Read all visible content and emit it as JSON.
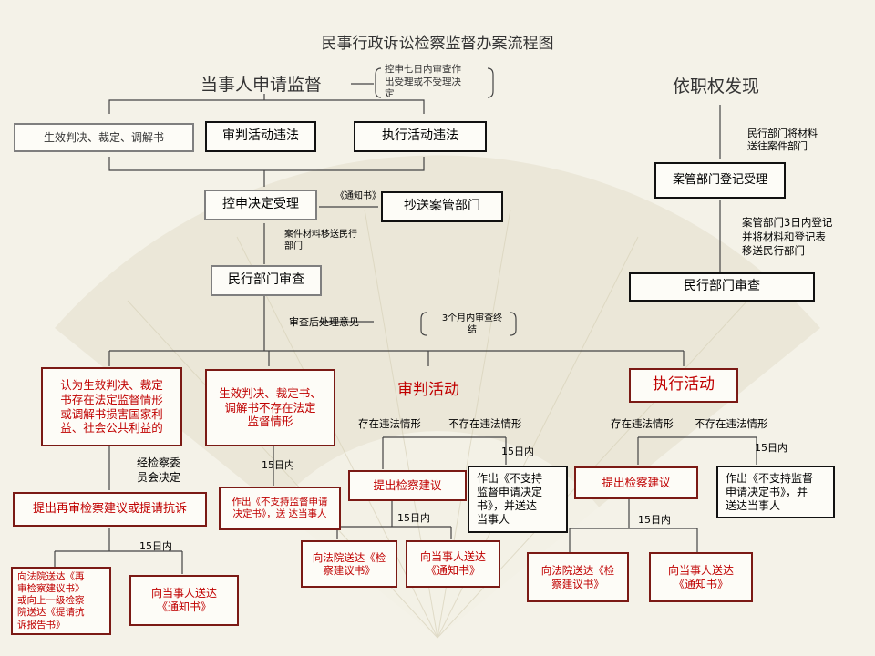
{
  "title": "民事行政诉讼检察监督办案流程图",
  "nodes": {
    "party_apply": "当事人申请监督",
    "note_7days": "控申七日内审查作\n出受理或不受理决\n定",
    "ex_officio": "依职权发现",
    "effective_judgment": "生效判决、裁定、调解书",
    "trial_violation": "审判活动违法",
    "exec_violation": "执行活动违法",
    "note_transfer": "民行部门将材料\n送往案件部门",
    "case_registration": "案管部门登记受理",
    "notice_label": "《通知书》",
    "complaint_accept": "控申决定受理",
    "cc_case_dept": "抄送案管部门",
    "note_case_materials": "案件材料移送民行\n部门",
    "note_case_mgmt": "案管部门3日内登记\n并将材料和登记表\n移送民行部门",
    "review_left": "民行部门审查",
    "review_right": "民行部门审查",
    "note_opinion": "审查后处理意见",
    "note_3months": "3个月内审查终\n结",
    "branch_a": "认为生效判决、裁定\n书存在法定监督情形\n或调解书损害国家利\n益、社会公共利益的",
    "branch_b": "生效判决、裁定书、\n调解书不存在法定\n监督情形",
    "branch_c": "审判活动",
    "branch_d": "执行活动",
    "committee": "经检察委\n员会决定",
    "days15_b": "15日内",
    "trial_exists": "存在违法情形",
    "trial_not_exists": "不存在违法情形",
    "exec_exists": "存在违法情形",
    "exec_not_exists": "不存在违法情形",
    "days15_c1": "15日内",
    "days15_d1": "15日内",
    "retrial": "提出再审检察建议或提请抗诉",
    "no_support_b": "作出《不支持监督申请\n决定书》，送 达当事人",
    "trial_suggest": "提出检察建议",
    "trial_no_support": "作出《不支持\n监督申请决定\n书》，并送达\n当事人",
    "exec_suggest": "提出检察建议",
    "exec_no_support": "作出《不支持监督\n申请决定书》，并\n送达当事人",
    "days15_a": "15日内",
    "days15_c2": "15日内",
    "days15_d2": "15日内",
    "send_court_a": "向法院送达《再\n审检察建议书》\n或向上一级检察\n院送达《提请抗\n诉报告书》",
    "notify_party_a": "向当事人送达\n《通知书》",
    "send_court_c": "向法院送达《检\n察建议书》",
    "notify_party_c": "向当事人送达\n《通知书》",
    "send_court_d": "向法院送达《检\n察建议书》",
    "notify_party_d": "向当事人送达\n《通知书》"
  }
}
